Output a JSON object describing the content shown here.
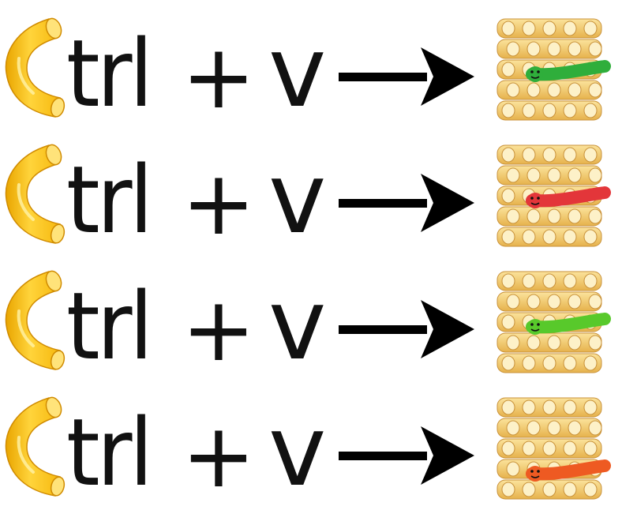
{
  "rows": [
    {
      "word": "trl",
      "plus": "+",
      "key": "v",
      "worm_color": "#2fae3b"
    },
    {
      "word": "trl",
      "plus": "+",
      "key": "v",
      "worm_color": "#e3363a"
    },
    {
      "word": "trl",
      "plus": "+",
      "key": "v",
      "worm_color": "#58c92b"
    },
    {
      "word": "trl",
      "plus": "+",
      "key": "v",
      "worm_color": "#ee5a22"
    }
  ],
  "icons": {
    "macaroni": "macaroni-c-icon",
    "arrow": "right-arrow-icon",
    "pasta_stack": "pasta-stack-with-gummy-worm"
  },
  "colors": {
    "macaroni": "#f7c325",
    "pasta": "#f3cf6e",
    "text": "#111111",
    "arrow": "#000000"
  }
}
